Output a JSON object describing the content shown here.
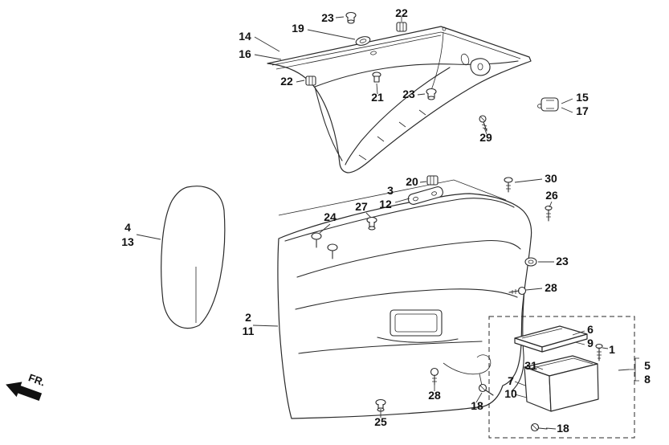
{
  "diagram": {
    "fr_label": "FR.",
    "colors": {
      "background": "#ffffff",
      "line": "#222222",
      "text": "#111111"
    },
    "callouts": [
      {
        "label": "23"
      },
      {
        "label": "22"
      },
      {
        "label": "19"
      },
      {
        "label": "14"
      },
      {
        "label": "16"
      },
      {
        "label": "22"
      },
      {
        "label": "21"
      },
      {
        "label": "23"
      },
      {
        "label": "15"
      },
      {
        "label": "17"
      },
      {
        "label": "29"
      },
      {
        "label": "20"
      },
      {
        "label": "30"
      },
      {
        "label": "3"
      },
      {
        "label": "12"
      },
      {
        "label": "27"
      },
      {
        "label": "24"
      },
      {
        "label": "26"
      },
      {
        "label": "23"
      },
      {
        "label": "28"
      },
      {
        "label": "4"
      },
      {
        "label": "13"
      },
      {
        "label": "2"
      },
      {
        "label": "11"
      },
      {
        "label": "28"
      },
      {
        "label": "25"
      },
      {
        "label": "18"
      },
      {
        "label": "10"
      },
      {
        "label": "7"
      },
      {
        "label": "31"
      },
      {
        "label": "6"
      },
      {
        "label": "9"
      },
      {
        "label": "1"
      },
      {
        "label": "5"
      },
      {
        "label": "8"
      },
      {
        "label": "18"
      }
    ]
  }
}
